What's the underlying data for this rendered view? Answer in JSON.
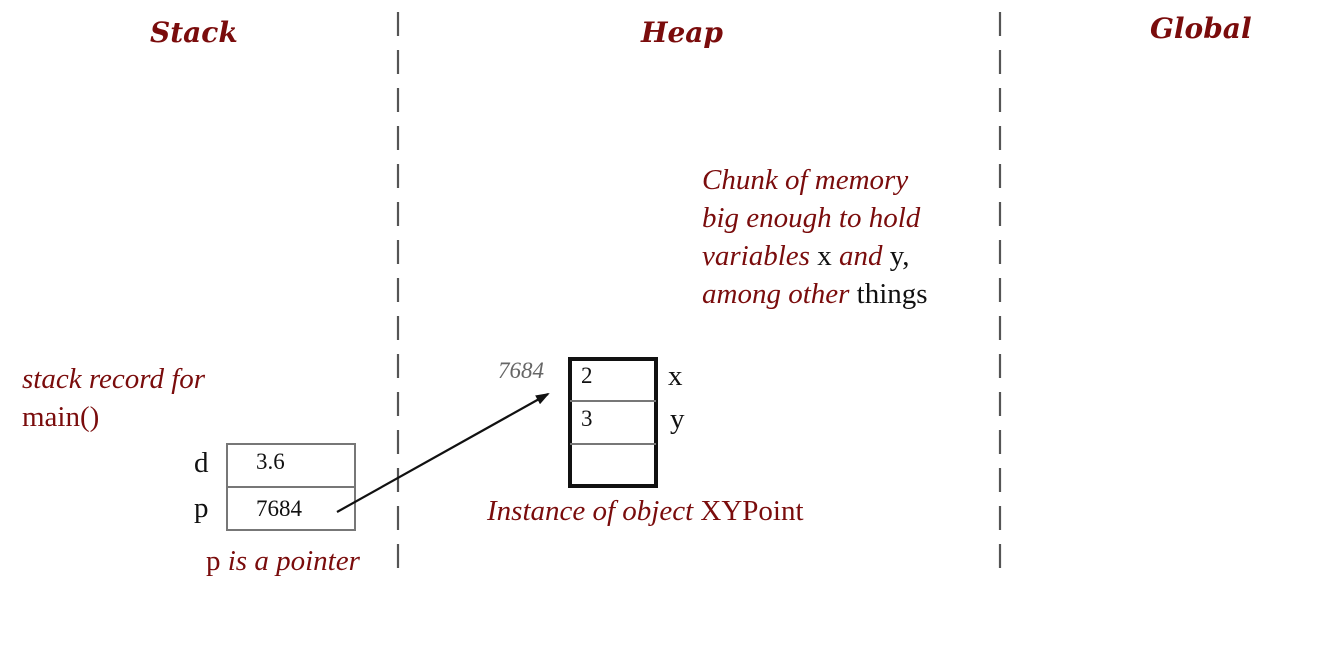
{
  "headers": {
    "stack": "Stack",
    "heap": "Heap",
    "global": "Global"
  },
  "stack_record": {
    "line1": "stack record for",
    "line2": "main()"
  },
  "stack_vars": [
    {
      "name": "d",
      "value": "3.6"
    },
    {
      "name": "p",
      "value": "7684"
    }
  ],
  "pointer_note": {
    "var": "p",
    "text": " is a pointer"
  },
  "heap_object": {
    "address": "7684",
    "fields": [
      {
        "name": "x",
        "value": "2"
      },
      {
        "name": "y",
        "value": "3"
      },
      {
        "name": "",
        "value": ""
      }
    ],
    "caption_italic": "Instance of object ",
    "caption_type": "XYPoint"
  },
  "chunk_note": {
    "line1": "Chunk of memory",
    "line2": "big enough to hold",
    "line3_a": "variables ",
    "line3_x": "x",
    "line3_b": " and ",
    "line3_y": "y,",
    "line4_a": "among other ",
    "line4_b": "things"
  },
  "colors": {
    "accent": "#7a0c0c",
    "ink": "#111111",
    "stack_box": "#777777",
    "divider": "#555555"
  }
}
